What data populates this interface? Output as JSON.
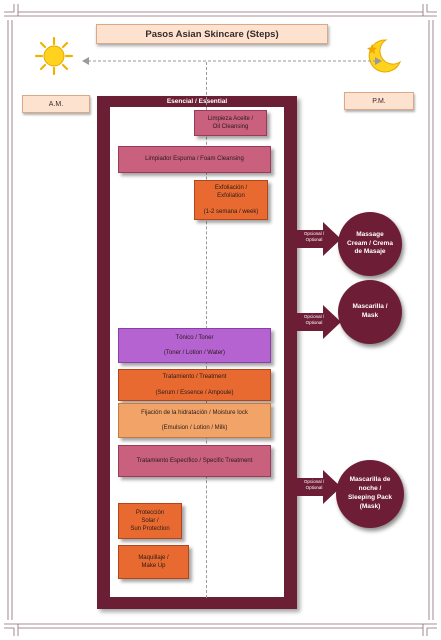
{
  "title": "Pasos Asian Skincare (Steps)",
  "am_label": "A.M.",
  "pm_label": "P.M.",
  "essential_label": "Esencial / Essential",
  "steps": [
    {
      "lines": [
        "Limpieza Aceite /",
        "Oil Cleansing"
      ]
    },
    {
      "lines": [
        "Limpiador Espuma / Foam Cleansing"
      ]
    },
    {
      "lines": [
        "Exfoliación /",
        "Exfoliation",
        "",
        "(1-2 semana / week)"
      ]
    },
    {
      "lines": [
        "Tónico / Toner",
        "",
        "(Toner / Lotion / Water)"
      ]
    },
    {
      "lines": [
        "Tratamiento / Treatment",
        "",
        "(Serum / Essence / Ampoule)"
      ]
    },
    {
      "lines": [
        "Fijación de la hidratación / Moisture lock",
        "",
        "(Emulsion / Lotion / Milk)"
      ]
    },
    {
      "lines": [
        "Tratamiento Específico / Specific Treatment"
      ]
    },
    {
      "lines": [
        "Protección",
        "Solar /",
        "Sun Protection"
      ]
    },
    {
      "lines": [
        "Maquillaje /",
        "Make Up"
      ]
    }
  ],
  "optional_label": [
    "Opcional /",
    "Optional"
  ],
  "optional_items": [
    {
      "lines": [
        "Massage",
        "Cream / Crema",
        "de Masaje"
      ]
    },
    {
      "lines": [
        "Mascarilla /",
        "Mask"
      ]
    },
    {
      "lines": [
        "Mascarilla de",
        "noche /",
        "Sleeping Pack",
        "(Mask)"
      ]
    }
  ],
  "colors": {
    "frame": "#6b1f35",
    "tag_fill": "#fde3cf",
    "pink": "#c8607e",
    "violet": "#b463d0",
    "orange": "#e86a30",
    "light_orange": "#f2a468",
    "circle": "#6e1d37"
  },
  "icons": [
    "sun-icon",
    "moon-icon",
    "double-arrow-icon"
  ]
}
